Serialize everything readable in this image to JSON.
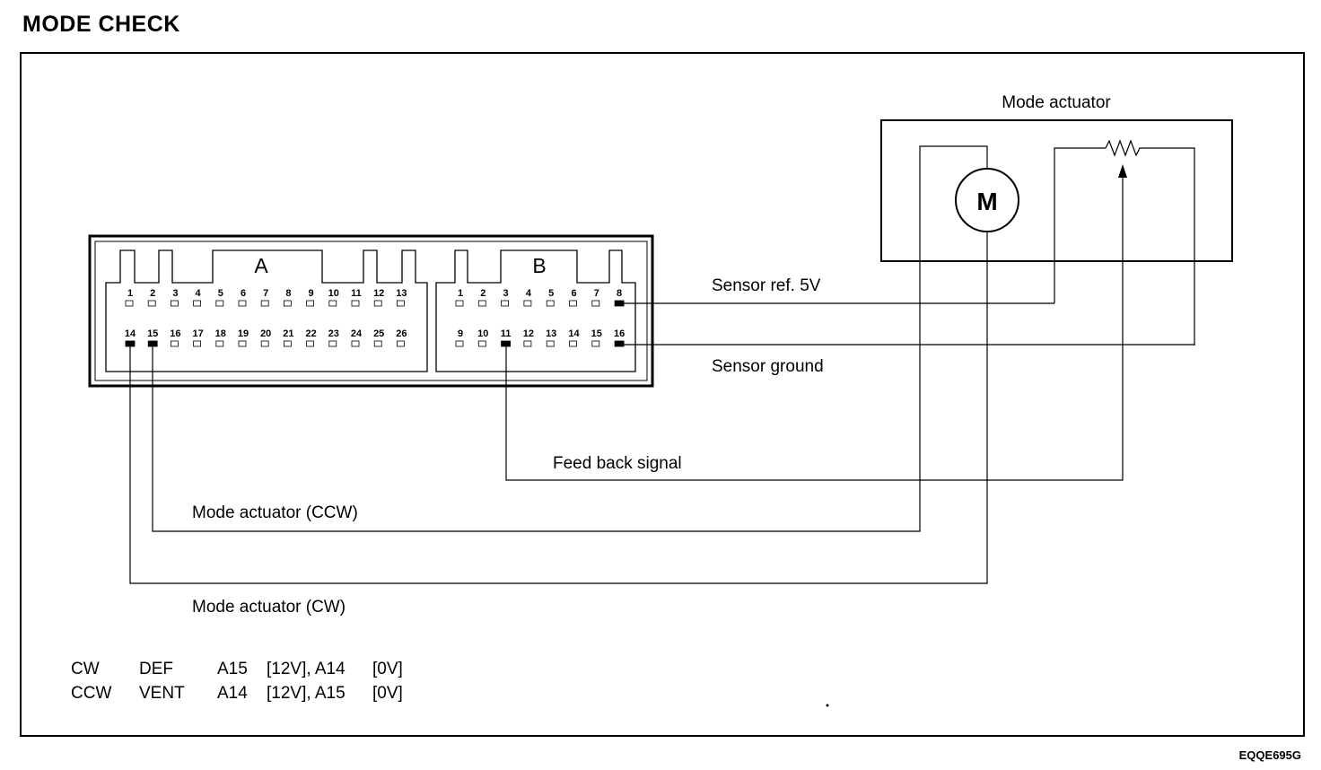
{
  "title": "MODE CHECK",
  "connector_a": {
    "letter": "A",
    "top_row": [
      "1",
      "2",
      "3",
      "4",
      "5",
      "6",
      "7",
      "8",
      "9",
      "10",
      "11",
      "12",
      "13"
    ],
    "bottom_row": [
      "14",
      "15",
      "16",
      "17",
      "18",
      "19",
      "20",
      "21",
      "22",
      "23",
      "24",
      "25",
      "26"
    ],
    "used_pins": [
      "14",
      "15"
    ]
  },
  "connector_b": {
    "letter": "B",
    "top_row": [
      "1",
      "2",
      "3",
      "4",
      "5",
      "6",
      "7",
      "8"
    ],
    "bottom_row": [
      "9",
      "10",
      "11",
      "12",
      "13",
      "14",
      "15",
      "16"
    ],
    "used_pins": [
      "8",
      "11",
      "16"
    ]
  },
  "actuator": {
    "label": "Mode actuator",
    "motor_letter": "M"
  },
  "wire_labels": {
    "sensor_ref": "Sensor ref. 5V",
    "sensor_ground": "Sensor ground",
    "feedback": "Feed back signal",
    "ccw": "Mode actuator (CCW)",
    "cw": "Mode actuator (CW)"
  },
  "table": [
    [
      "CW",
      "DEF",
      "A15",
      "[12V], A14",
      "[0V]"
    ],
    [
      "CCW",
      "VENT",
      "A14",
      "[12V], A15",
      "[0V]"
    ]
  ],
  "figure_code": "EQQE695G"
}
